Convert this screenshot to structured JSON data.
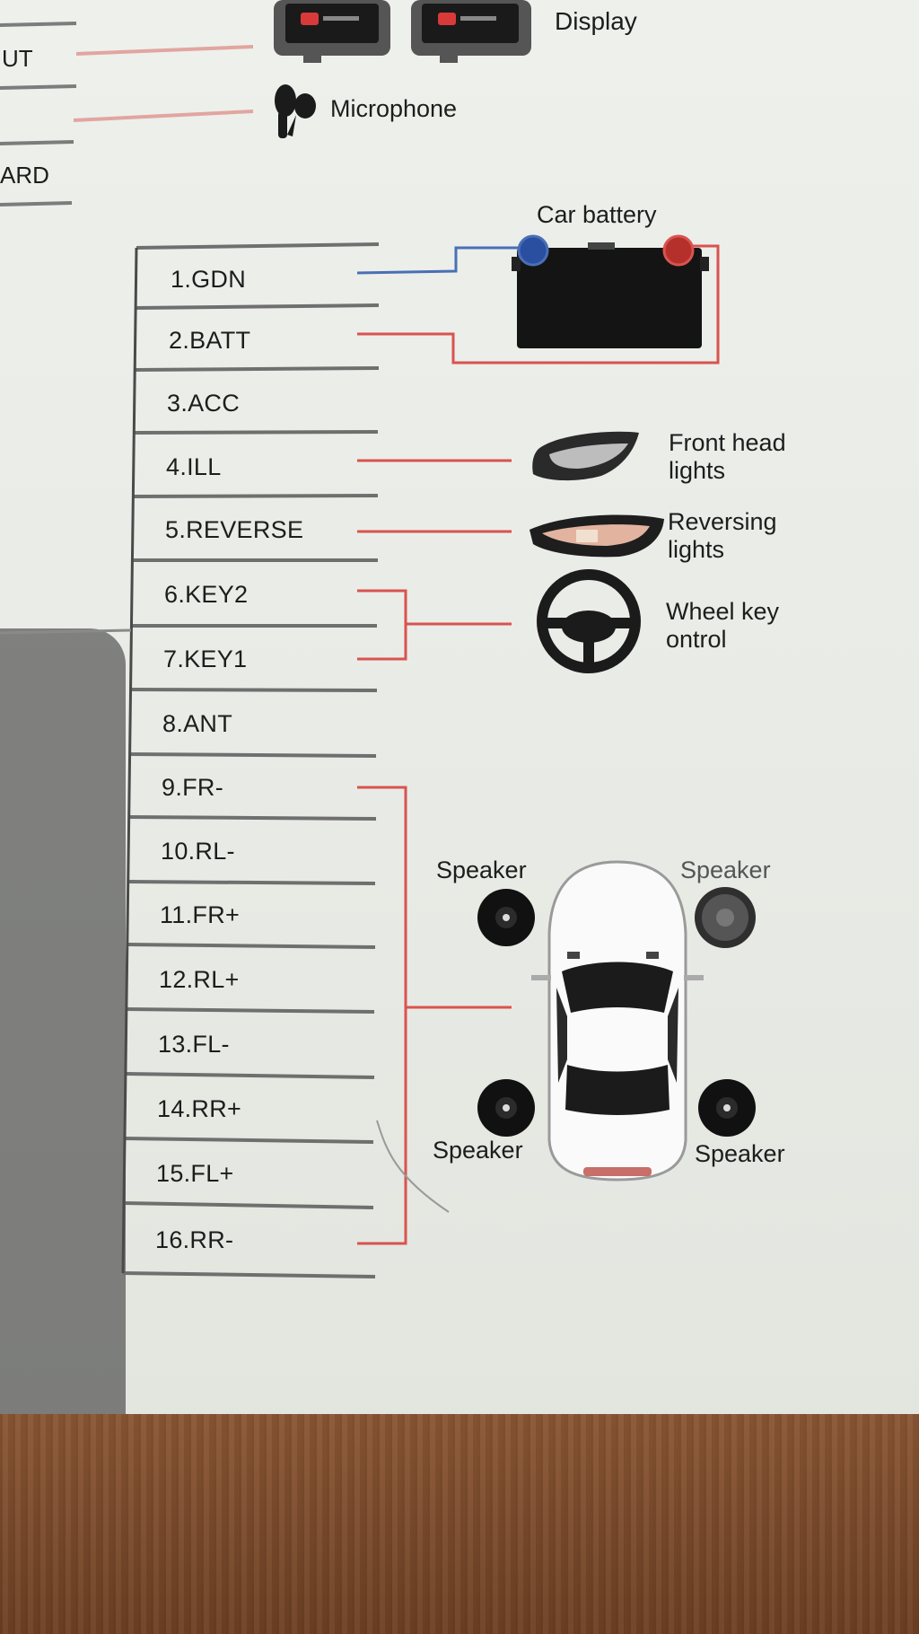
{
  "left_partial_labels": [
    "UT",
    "ARD"
  ],
  "top": {
    "display_label": "Display",
    "microphone_label": "Microphone",
    "car_battery_label": "Car battery"
  },
  "pins": [
    {
      "label": "1.GDN"
    },
    {
      "label": "2.BATT"
    },
    {
      "label": "3.ACC"
    },
    {
      "label": "4.ILL"
    },
    {
      "label": "5.REVERSE"
    },
    {
      "label": "6.KEY2"
    },
    {
      "label": "7.KEY1"
    },
    {
      "label": "8.ANT"
    },
    {
      "label": "9.FR-"
    },
    {
      "label": "10.RL-"
    },
    {
      "label": "11.FR+"
    },
    {
      "label": "12.RL+"
    },
    {
      "label": "13.FL-"
    },
    {
      "label": "14.RR+"
    },
    {
      "label": "15.FL+"
    },
    {
      "label": "16.RR-"
    }
  ],
  "devices": {
    "front_head_lights": "Front head\nlights",
    "reversing_lights": "Reversing\nlights",
    "wheel_key": "Wheel key\nontrol",
    "speaker_top_left": "Speaker",
    "speaker_top_right": "Speaker",
    "speaker_bottom_left": "Speaker",
    "speaker_bottom_right": "Speaker"
  },
  "colors": {
    "wire_red": "#d9534f",
    "wire_blue": "#4a6fb5",
    "line_gray": "#6b6b6b",
    "battery": "#141414"
  }
}
